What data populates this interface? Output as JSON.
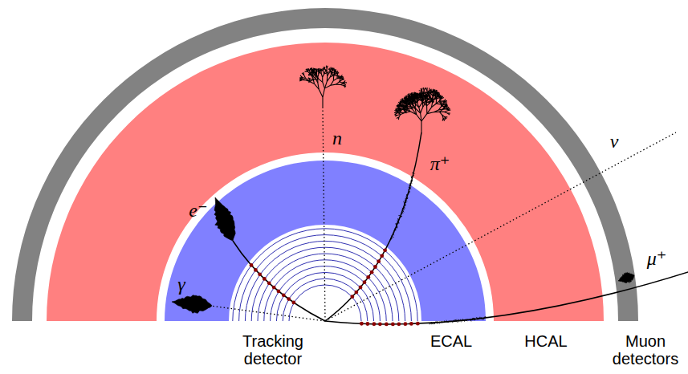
{
  "diagram": {
    "labels": [
      "Tracking detector",
      "ECAL",
      "HCAL",
      "Muon detectors",
      "n",
      "π⁺",
      "ν",
      "e⁻",
      "γ",
      "μ⁺"
    ]
  }
}
